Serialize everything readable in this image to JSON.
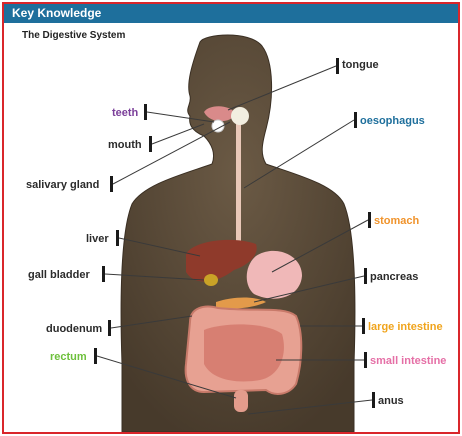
{
  "header": {
    "title": "Key Knowledge",
    "bar_color": "#1e6f9c"
  },
  "border_color": "#d9262b",
  "diagram": {
    "title": "The Digestive System",
    "labels": {
      "tongue": {
        "text": "tongue",
        "color": "#2b2b2b"
      },
      "teeth": {
        "text": "teeth",
        "color": "#7b3f9a"
      },
      "oesophagus": {
        "text": "oesophagus",
        "color": "#1e6f9c"
      },
      "mouth": {
        "text": "mouth",
        "color": "#2b2b2b"
      },
      "salivary_gland": {
        "text": "salivary gland",
        "color": "#2b2b2b"
      },
      "stomach": {
        "text": "stomach",
        "color": "#f0932b"
      },
      "liver": {
        "text": "liver",
        "color": "#2b2b2b"
      },
      "gall_bladder": {
        "text": "gall bladder",
        "color": "#2b2b2b"
      },
      "pancreas": {
        "text": "pancreas",
        "color": "#2b2b2b"
      },
      "duodenum": {
        "text": "duodenum",
        "color": "#2b2b2b"
      },
      "large_intestine": {
        "text": "large intestine",
        "color": "#f0a41c"
      },
      "rectum": {
        "text": "rectum",
        "color": "#6ec03c"
      },
      "small_intestine": {
        "text": "small intestine",
        "color": "#e56fa6"
      },
      "anus": {
        "text": "anus",
        "color": "#2b2b2b"
      }
    }
  }
}
